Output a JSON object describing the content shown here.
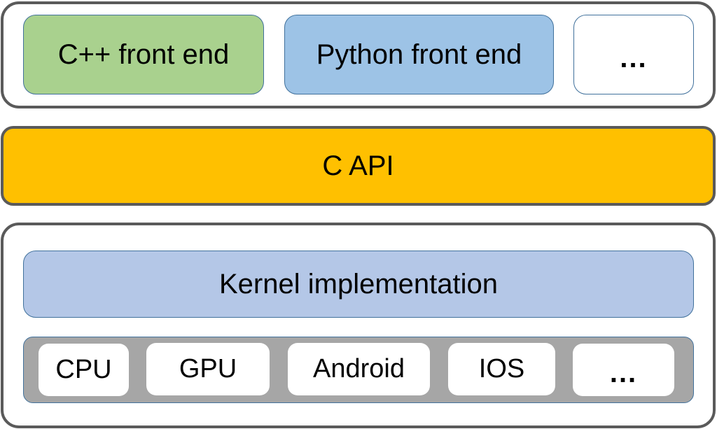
{
  "frontends": {
    "cpp": "C++ front end",
    "python": "Python front end",
    "more": "..."
  },
  "c_api": "C API",
  "kernel": "Kernel implementation",
  "platforms": [
    "CPU",
    "GPU",
    "Android",
    "IOS",
    "..."
  ],
  "colors": {
    "cpp_frontend": "#a9d18e",
    "python_frontend": "#9dc3e6",
    "c_api": "#ffc000",
    "kernel": "#b4c7e7",
    "platform_strip": "#a6a6a6",
    "border_dark": "#5a5a5a",
    "border_blue": "#41719c"
  }
}
